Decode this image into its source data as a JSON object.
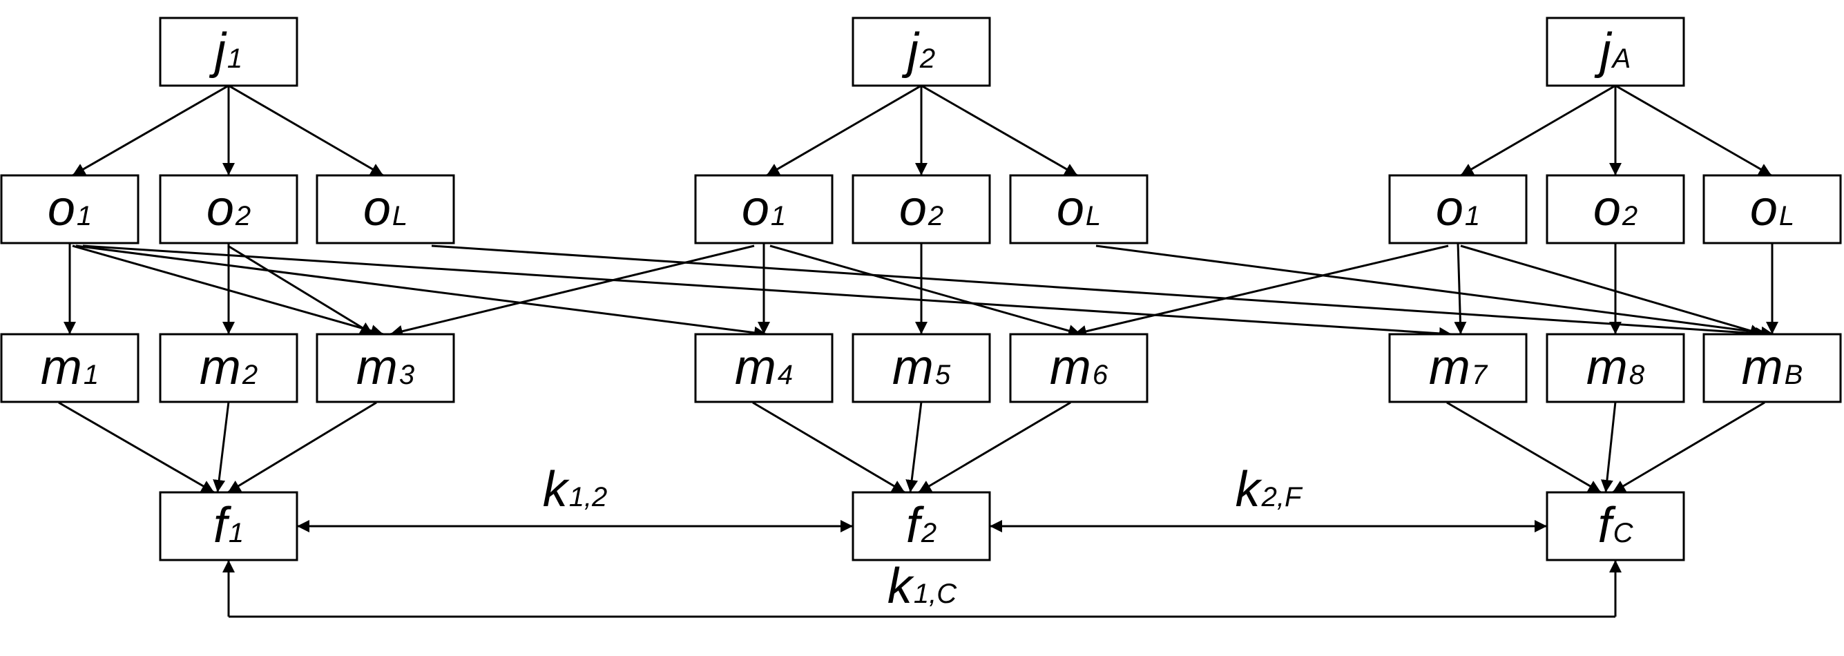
{
  "diagram": {
    "nodes": [
      {
        "id": "j1",
        "main": "j",
        "sub": "1"
      },
      {
        "id": "j2",
        "main": "j",
        "sub": "2"
      },
      {
        "id": "jA",
        "main": "j",
        "sub": "A"
      },
      {
        "id": "g1_o1",
        "main": "o",
        "sub": "1"
      },
      {
        "id": "g1_o2",
        "main": "o",
        "sub": "2"
      },
      {
        "id": "g1_oL",
        "main": "o",
        "sub": "L"
      },
      {
        "id": "g2_o1",
        "main": "o",
        "sub": "1"
      },
      {
        "id": "g2_o2",
        "main": "o",
        "sub": "2"
      },
      {
        "id": "g2_oL",
        "main": "o",
        "sub": "L"
      },
      {
        "id": "g3_o1",
        "main": "o",
        "sub": "1"
      },
      {
        "id": "g3_o2",
        "main": "o",
        "sub": "2"
      },
      {
        "id": "g3_oL",
        "main": "o",
        "sub": "L"
      },
      {
        "id": "m1",
        "main": "m",
        "sub": "1"
      },
      {
        "id": "m2",
        "main": "m",
        "sub": "2"
      },
      {
        "id": "m3",
        "main": "m",
        "sub": "3"
      },
      {
        "id": "m4",
        "main": "m",
        "sub": "4"
      },
      {
        "id": "m5",
        "main": "m",
        "sub": "5"
      },
      {
        "id": "m6",
        "main": "m",
        "sub": "6"
      },
      {
        "id": "m7",
        "main": "m",
        "sub": "7"
      },
      {
        "id": "m8",
        "main": "m",
        "sub": "8"
      },
      {
        "id": "mB",
        "main": "m",
        "sub": "B"
      },
      {
        "id": "f1",
        "main": "f",
        "sub": "1"
      },
      {
        "id": "f2",
        "main": "f",
        "sub": "2"
      },
      {
        "id": "fC",
        "main": "f",
        "sub": "C"
      }
    ],
    "edges": [
      {
        "from": "j1",
        "to": "g1_o1"
      },
      {
        "from": "j1",
        "to": "g1_o2"
      },
      {
        "from": "j1",
        "to": "g1_oL"
      },
      {
        "from": "j2",
        "to": "g2_o1"
      },
      {
        "from": "j2",
        "to": "g2_o2"
      },
      {
        "from": "j2",
        "to": "g2_oL"
      },
      {
        "from": "jA",
        "to": "g3_o1"
      },
      {
        "from": "jA",
        "to": "g3_o2"
      },
      {
        "from": "jA",
        "to": "g3_oL"
      },
      {
        "from": "g1_o1",
        "to": "m1"
      },
      {
        "from": "g1_o1",
        "to": "m3"
      },
      {
        "from": "g1_o1",
        "to": "m4"
      },
      {
        "from": "g1_o1",
        "to": "m7"
      },
      {
        "from": "g1_o2",
        "to": "m2"
      },
      {
        "from": "g1_o2",
        "to": "m3"
      },
      {
        "from": "g1_oL",
        "to": "mB"
      },
      {
        "from": "g2_o1",
        "to": "m3"
      },
      {
        "from": "g2_o1",
        "to": "m4"
      },
      {
        "from": "g2_o1",
        "to": "m6"
      },
      {
        "from": "g2_o2",
        "to": "m5"
      },
      {
        "from": "g2_oL",
        "to": "mB"
      },
      {
        "from": "g3_o1",
        "to": "m6"
      },
      {
        "from": "g3_o1",
        "to": "m7"
      },
      {
        "from": "g3_o1",
        "to": "mB"
      },
      {
        "from": "g3_o2",
        "to": "m8"
      },
      {
        "from": "g3_oL",
        "to": "mB"
      },
      {
        "from": "m1",
        "to": "f1"
      },
      {
        "from": "m2",
        "to": "f1"
      },
      {
        "from": "m3",
        "to": "f1"
      },
      {
        "from": "m4",
        "to": "f2"
      },
      {
        "from": "m5",
        "to": "f2"
      },
      {
        "from": "m6",
        "to": "f2"
      },
      {
        "from": "m7",
        "to": "fC"
      },
      {
        "from": "m8",
        "to": "fC"
      },
      {
        "from": "mB",
        "to": "fC"
      }
    ],
    "links": [
      {
        "id": "k12",
        "from": "f1",
        "to": "f2",
        "main": "k",
        "sub": "1,2"
      },
      {
        "id": "k2F",
        "from": "f2",
        "to": "fC",
        "main": "k",
        "sub": "2,F"
      },
      {
        "id": "k1C",
        "from": "f1",
        "to": "fC",
        "main": "k",
        "sub": "1,C"
      }
    ]
  }
}
